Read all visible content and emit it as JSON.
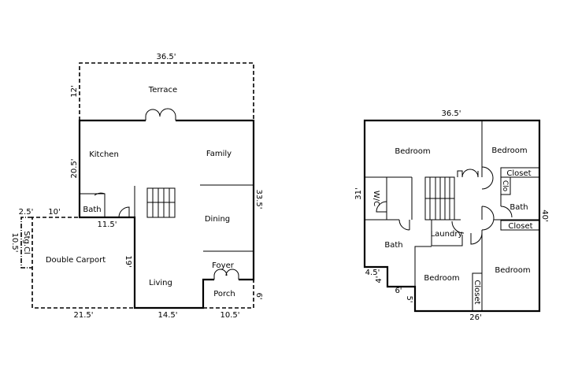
{
  "ground_floor": {
    "rooms": {
      "terrace": "Terrace",
      "kitchen": "Kitchen",
      "family": "Family",
      "bath": "Bath",
      "dining": "Dining",
      "double_carport": "Double Carport",
      "storage_closet": "Stg.Cl",
      "living": "Living",
      "foyer": "Foyer",
      "porch": "Porch"
    },
    "dimensions": {
      "top": "36.5'",
      "terrace_depth": "12'",
      "kitchen_side": "20.5'",
      "right_side": "33.5'",
      "storage_width": "2.5'",
      "carport_top": "10'",
      "bath_bottom": "11.5'",
      "storage_depth": "10.5'",
      "living_side": "19'",
      "porch_side": "6'",
      "carport_bottom": "21.5'",
      "living_bottom": "14.5'",
      "porch_bottom": "10.5'"
    }
  },
  "upper_floor": {
    "rooms": {
      "bedroom_nw": "Bedroom",
      "bedroom_ne": "Bedroom",
      "closet_ne": "Closet",
      "clo": "Clo",
      "wc": "W/C",
      "bath_e": "Bath",
      "closet_e": "Closet",
      "laundry": "Laundry",
      "bath_w": "Bath",
      "bedroom_s": "Bedroom",
      "closet_s": "Closet",
      "bedroom_se": "Bedroom"
    },
    "dimensions": {
      "top": "36.5'",
      "left": "31'",
      "right": "40'",
      "step1": "4.5'",
      "step2": "4'",
      "step3": "6'",
      "step4": "5'",
      "bottom": "26'"
    }
  }
}
